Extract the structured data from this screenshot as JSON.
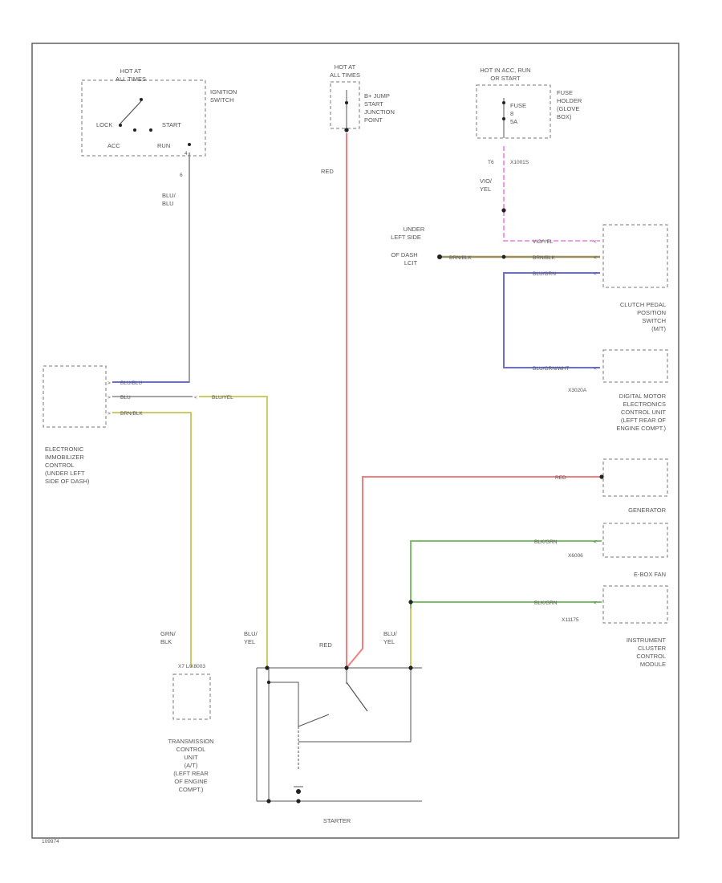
{
  "ignition": {
    "hot_at": "HOT AT",
    "hot_at_2": "ALL TIMES",
    "switch_1": "IGNITION",
    "switch_2": "SWITCH",
    "lock": "LOCK",
    "start": "START",
    "acc": "ACC",
    "run": "RUN",
    "pin_a": "4",
    "pin_b": "6"
  },
  "jump": {
    "hot_at": "HOT AT",
    "hot_at_2": "ALL TIMES",
    "line1": "B+ JUMP",
    "line2": "START",
    "line3": "JUNCTION",
    "line4": "POINT"
  },
  "fuse": {
    "hot_at": "HOT IN ACC, RUN",
    "hot_at_2": "OR START",
    "fuse1": "FUSE",
    "fuse2": "8",
    "fuse3": "5A",
    "holder1": "FUSE",
    "holder2": "HOLDER",
    "holder3": "(GLOVE",
    "holder4": "BOX)",
    "pin_t": "T6",
    "conn": "X1001S"
  },
  "ground": {
    "line1": "UNDER",
    "line2": "LEFT SIDE",
    "line3": "OF DASH",
    "line4": "LCIT"
  },
  "immob": {
    "line1": "ELECTRONIC",
    "line2": "IMMOBILIZER",
    "line3": "CONTROL",
    "line4": "(UNDER LEFT",
    "line5": "SIDE OF DASH)"
  },
  "clutch": {
    "line1": "CLUTCH PEDAL",
    "line2": "POSITION",
    "line3": "SWITCH",
    "line4": "(M/T)",
    "conn": "X3020A"
  },
  "dme": {
    "line1": "DIGITAL MOTOR",
    "line2": "ELECTRONICS",
    "line3": "CONTROL UNIT",
    "line4": "(LEFT REAR OF",
    "line5": "ENGINE COMPT.)"
  },
  "generator": {
    "label": "GENERATOR",
    "conn": "X6006"
  },
  "ebox": {
    "label": "E-BOX FAN",
    "conn": "X11175"
  },
  "cluster": {
    "line1": "INSTRUMENT",
    "line2": "CLUSTER",
    "line3": "CONTROL",
    "line4": "MODULE"
  },
  "tcu": {
    "conn": "X7 L/X8003",
    "line1": "TRANSMISSION",
    "line2": "CONTROL",
    "line3": "UNIT",
    "line4": "(A/T)",
    "line5": "(LEFT REAR",
    "line6": "OF ENGINE",
    "line7": "COMPT.)"
  },
  "starter": {
    "label": "STARTER"
  },
  "wires": {
    "blu_blu_1": "BLU/",
    "blu_blu_2": "BLU",
    "red": "RED",
    "vio_1": "VIO/",
    "vio_2": "YEL",
    "vio_tag": "VIO/YEL",
    "brn_blk": "BRN/BLK",
    "blu_grn": "BLU/GRN",
    "blu_grn_wht": "BLU/GRN/WHT",
    "blu_blu_tag": "BLU/BLU",
    "blu_tag": "BLU",
    "brn_blk_tag": "BRN/BLK",
    "blu_yel_tag": "BLU/YEL",
    "red_tag": "RED",
    "blk_grn": "BLK/GRN",
    "blk_grn_2": "BLK/GRN",
    "grn_1": "GRN/",
    "grn_2": "BLK",
    "blu_yel_1": "BLU/",
    "blu_yel_2": "YEL",
    "red_st": "RED",
    "blu_yel_3": "BLU/",
    "blu_yel_4": "YEL"
  },
  "footer": {
    "code": "109974"
  },
  "colors": {
    "red": "#f07f7f",
    "blue": "#6b6be0",
    "pink": "#ee8ee8",
    "yellow": "#cccc66",
    "brown": "#9c8e58",
    "green": "#7cbe6a",
    "gray": "#888888"
  }
}
